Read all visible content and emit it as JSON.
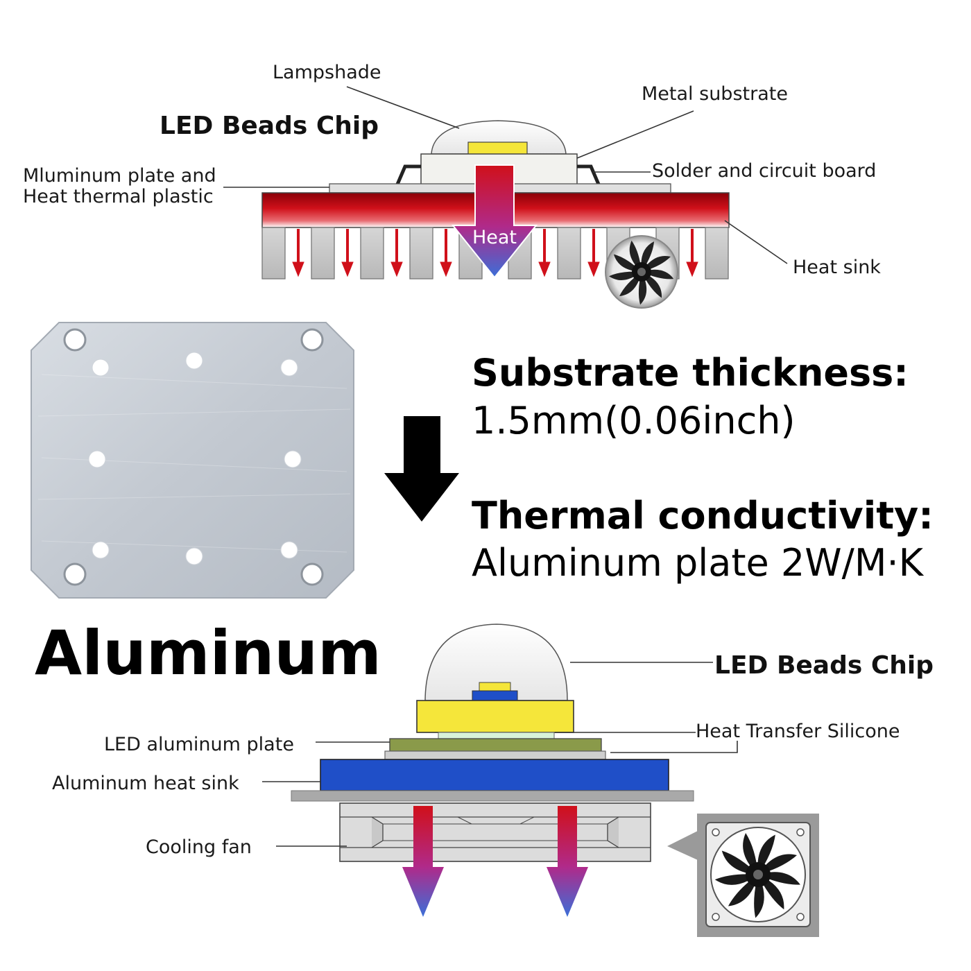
{
  "top_diagram": {
    "title": "LED Beads Chip",
    "labels": {
      "lampshade": "Lampshade",
      "metal_substrate": "Metal substrate",
      "solder": "Solder and circuit board",
      "plate_line1": "Mluminum plate and",
      "plate_line2": "Heat thermal plastic",
      "heat_sink": "Heat sink",
      "heat": "Heat"
    }
  },
  "plate": {
    "title": "Aluminum"
  },
  "specs": {
    "thickness_label": "Substrate thickness:",
    "thickness_value": "1.5mm(0.06inch)",
    "conductivity_label": "Thermal conductivity:",
    "conductivity_value": "Aluminum plate 2W/M·K"
  },
  "bottom_diagram": {
    "labels": {
      "chip": "LED Beads Chip",
      "silicone": "Heat Transfer Silicone",
      "led_plate": "LED aluminum plate",
      "heat_sink": "Aluminum heat sink",
      "fan": "Cooling fan"
    }
  },
  "colors": {
    "heat_red": "#d0101a",
    "cool_blue": "#3b6fd8",
    "chip_yellow": "#f5e63a",
    "sink_blue": "#1f4fc8",
    "plate_green": "#8a9a4a",
    "aluminum": "#c6ccd4"
  }
}
